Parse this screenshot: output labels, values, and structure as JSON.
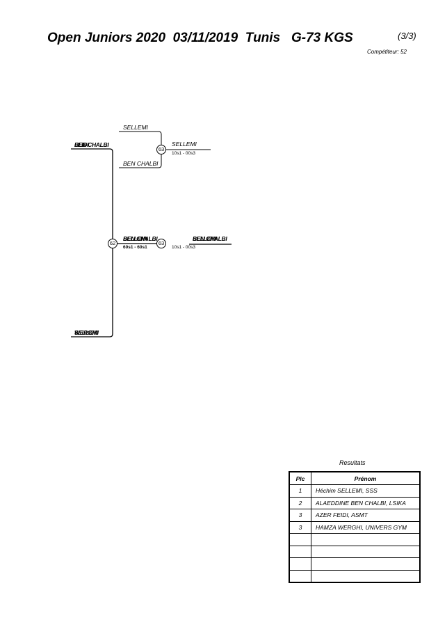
{
  "header": {
    "title": "Open Juniors 2020  03/11/2019  Tunis   G-73 KGS",
    "page": "(3/3)",
    "competitors": "Compétiteur: 52"
  },
  "bracket": {
    "top_match": {
      "fighter_a": "SELLEMI",
      "fighter_b": "BEN CHALBI",
      "number": "63",
      "winner": "SELLEMI",
      "score": "10s1 - 00s3"
    },
    "outer_left_top": "BEN CHALBI",
    "outer_left_top_overlay": "FEIDI",
    "outer_left_bottom": "WERGHI",
    "outer_left_bottom_overlay": "SELLEMI",
    "semi_match": {
      "number": "62",
      "winner": "BEN CHALBI",
      "winner_overlay": "SELLEMI",
      "score": "60s1 - 60s1"
    },
    "final_match": {
      "number": "63",
      "winner": "BEN CHALBI",
      "winner_overlay": "SELLEMI",
      "score": "10s1 - 00s3"
    }
  },
  "results": {
    "title": "Resultats",
    "headers": [
      "Plc",
      "Prénom"
    ],
    "rows": [
      {
        "place": "1",
        "name": "Héchim SELLEMI, SSS"
      },
      {
        "place": "2",
        "name": "ALAEDDINE BEN CHALBI, LSIKA"
      },
      {
        "place": "3",
        "name": "AZER FEIDI, ASMT"
      },
      {
        "place": "3",
        "name": "HAMZA WERGHI, UNIVERS GYM"
      },
      {
        "place": "",
        "name": ""
      },
      {
        "place": "",
        "name": ""
      },
      {
        "place": "",
        "name": ""
      },
      {
        "place": "",
        "name": ""
      }
    ]
  }
}
